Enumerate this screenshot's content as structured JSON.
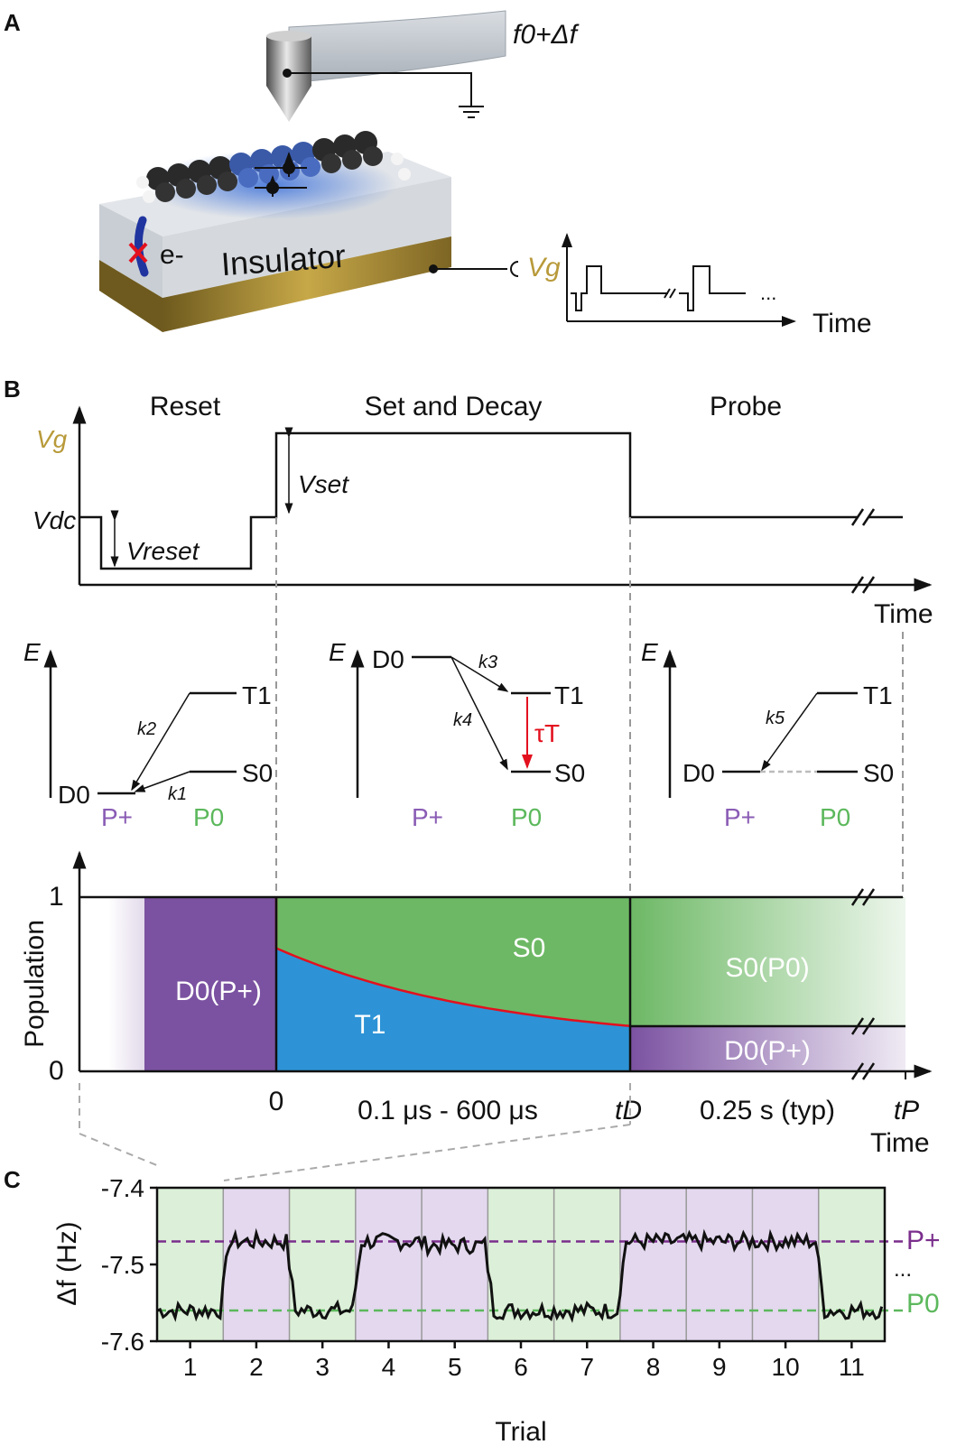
{
  "panel_a": {
    "label": "A",
    "freq": "f0+Δf",
    "electron": "e-",
    "insulator": "Insulator",
    "gate": "Vg",
    "axis_time": "Time",
    "ellipsis": "..."
  },
  "panel_b": {
    "label": "B",
    "phases": [
      "Reset",
      "Set and Decay",
      "Probe"
    ],
    "vg": "Vg",
    "vdc": "Vdc",
    "vreset": "Vreset",
    "vset": "Vset",
    "time": "Time",
    "energy": "E",
    "reset_levels": {
      "t1": "T1",
      "s0": "S0",
      "d0": "D0",
      "k2": "k2",
      "k1": "k1",
      "p_plus": "P+",
      "p0": "P0"
    },
    "set_levels": {
      "d0": "D0",
      "t1": "T1",
      "s0": "S0",
      "k3": "k3",
      "k4": "k4",
      "tau": "τT",
      "p_plus": "P+",
      "p0": "P0"
    },
    "probe_levels": {
      "t1": "T1",
      "d0": "D0",
      "s0": "S0",
      "k5": "k5",
      "p_plus": "P+",
      "p0": "P0"
    },
    "population": "Population",
    "y1": "1",
    "y0": "0",
    "regions": {
      "d0p": "D0(P+)",
      "s0": "S0",
      "t1": "T1",
      "s0p": "S0(P0)",
      "d0p2": "D0(P+)"
    },
    "t0": "0",
    "range1": "0.1 μs - 600 μs",
    "td": "tD",
    "range2": "0.25 s (typ)",
    "tp": "tP"
  },
  "panel_c": {
    "label": "C",
    "ylabel": "Δf (Hz)",
    "xlabel": "Trial",
    "p_plus": "P+",
    "p0": "P0",
    "ellipsis": "..."
  },
  "colors": {
    "purple": "#7b52a1",
    "green": "#6db865",
    "blue": "#2d93d6",
    "red": "#e3101e",
    "gold": "#b89a3a",
    "purple_dash": "#7a2e8c",
    "green_dash": "#5cb85c"
  },
  "chart_data": {
    "type": "line",
    "title": "",
    "xlabel": "Trial",
    "ylabel": "Δf (Hz)",
    "ylim": [
      -7.6,
      -7.4
    ],
    "yticks": [
      -7.4,
      -7.5,
      -7.6
    ],
    "categories": [
      "1",
      "2",
      "3",
      "4",
      "5",
      "6",
      "7",
      "8",
      "9",
      "10",
      "11"
    ],
    "trial_states": [
      "P0",
      "P+",
      "P0",
      "P+",
      "P+",
      "P0",
      "P0",
      "P+",
      "P+",
      "P+",
      "P0"
    ],
    "reference_lines": [
      {
        "name": "P+",
        "value": -7.47
      },
      {
        "name": "P0",
        "value": -7.56
      }
    ],
    "series": [
      {
        "values": [
          -7.56,
          -7.47,
          -7.56,
          -7.47,
          -7.475,
          -7.56,
          -7.56,
          -7.47,
          -7.47,
          -7.47,
          -7.56
        ]
      }
    ]
  }
}
